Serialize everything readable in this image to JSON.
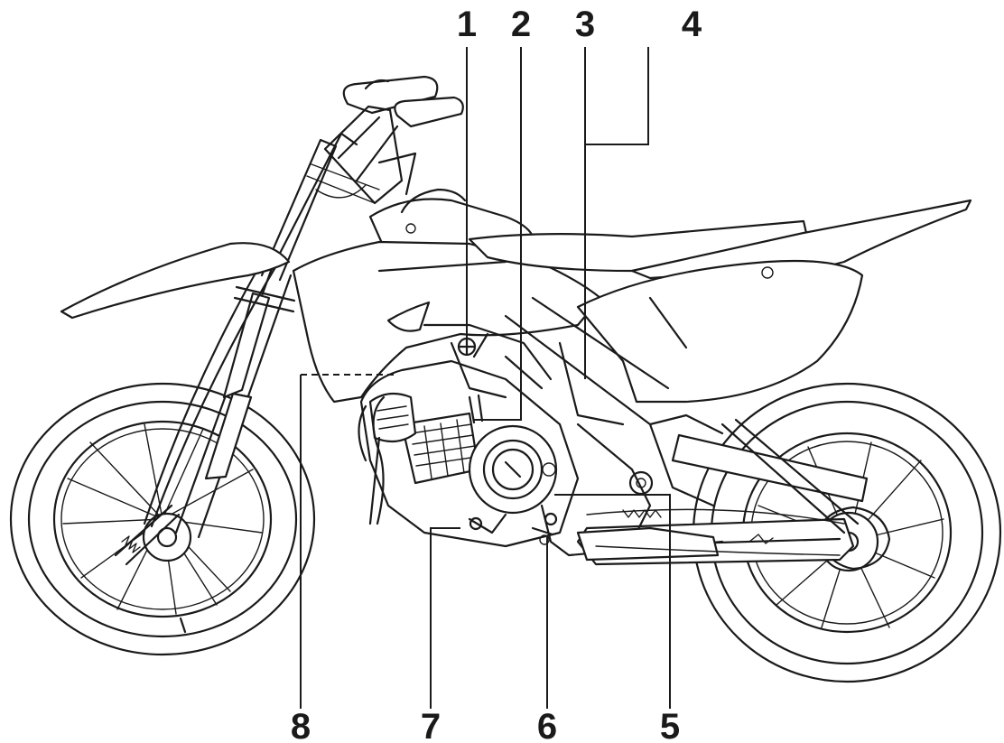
{
  "callouts": [
    {
      "id": 1,
      "text": "1"
    },
    {
      "id": 2,
      "text": "2"
    },
    {
      "id": 3,
      "text": "3"
    },
    {
      "id": 4,
      "text": "4"
    },
    {
      "id": 5,
      "text": "5"
    },
    {
      "id": 6,
      "text": "6"
    },
    {
      "id": 7,
      "text": "7"
    },
    {
      "id": 8,
      "text": "8"
    }
  ],
  "colors": {
    "ink": "#1a1a1a",
    "background": "#ffffff"
  }
}
